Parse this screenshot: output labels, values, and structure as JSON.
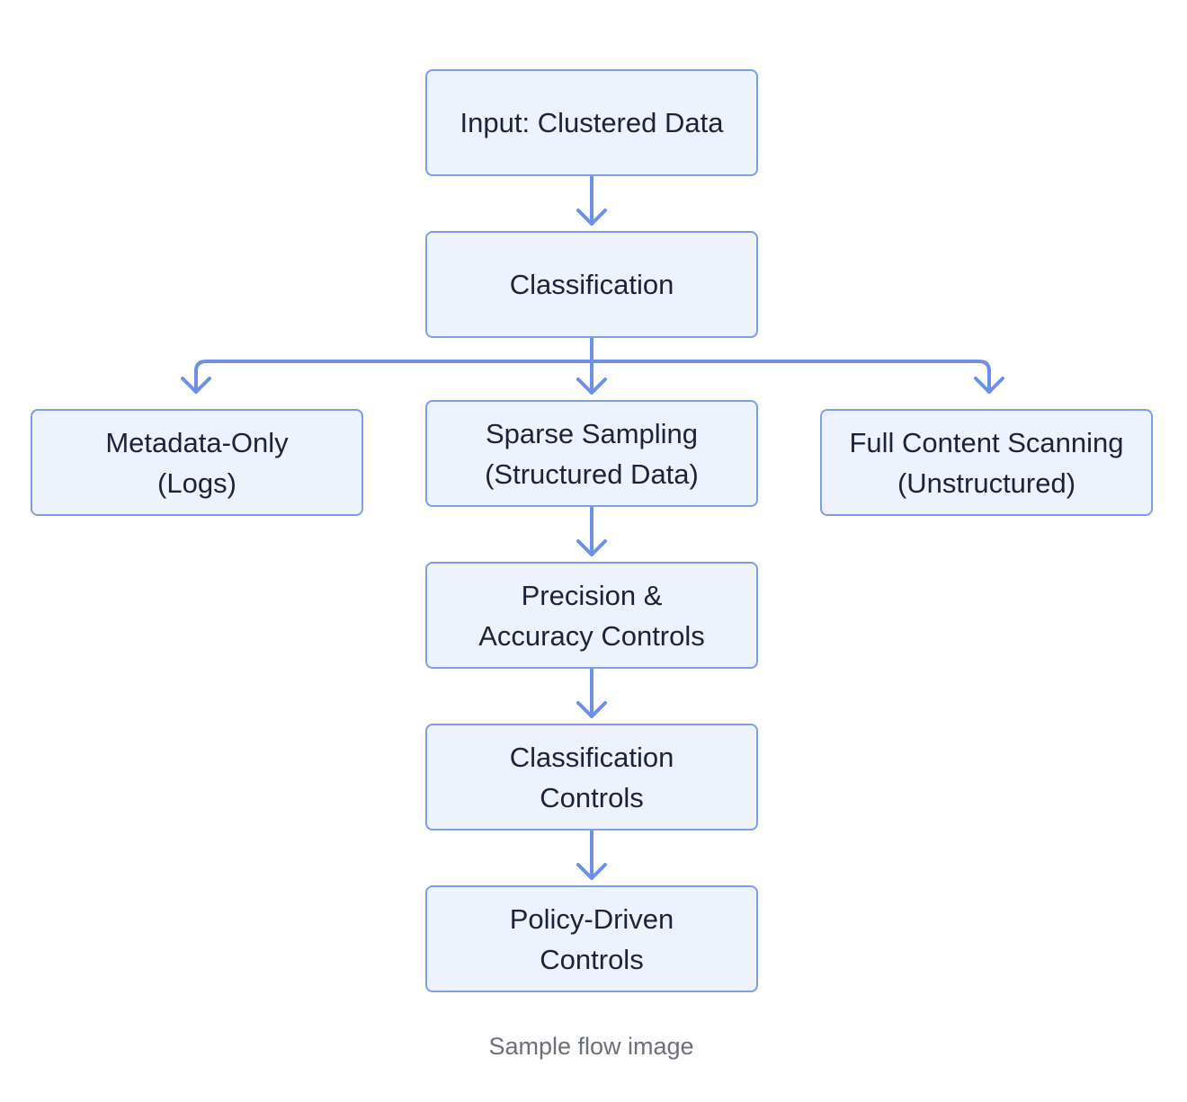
{
  "diagram": {
    "nodes": {
      "input": "Input: Clustered Data",
      "classification": "Classification",
      "metadata_only": "Metadata-Only\n(Logs)",
      "sparse_sampling": "Sparse Sampling\n(Structured Data)",
      "full_content": "Full Content Scanning\n(Unstructured)",
      "precision": "Precision &\nAccuracy Controls",
      "classification_controls": "Classification\nControls",
      "policy_driven": "Policy-Driven\nControls"
    },
    "caption": "Sample flow image",
    "colors": {
      "node_fill": "#eef2fd",
      "node_border": "#7c9de9",
      "arrow": "#6d8fe8",
      "text": "#1b2336",
      "caption": "#6b6f78"
    }
  }
}
